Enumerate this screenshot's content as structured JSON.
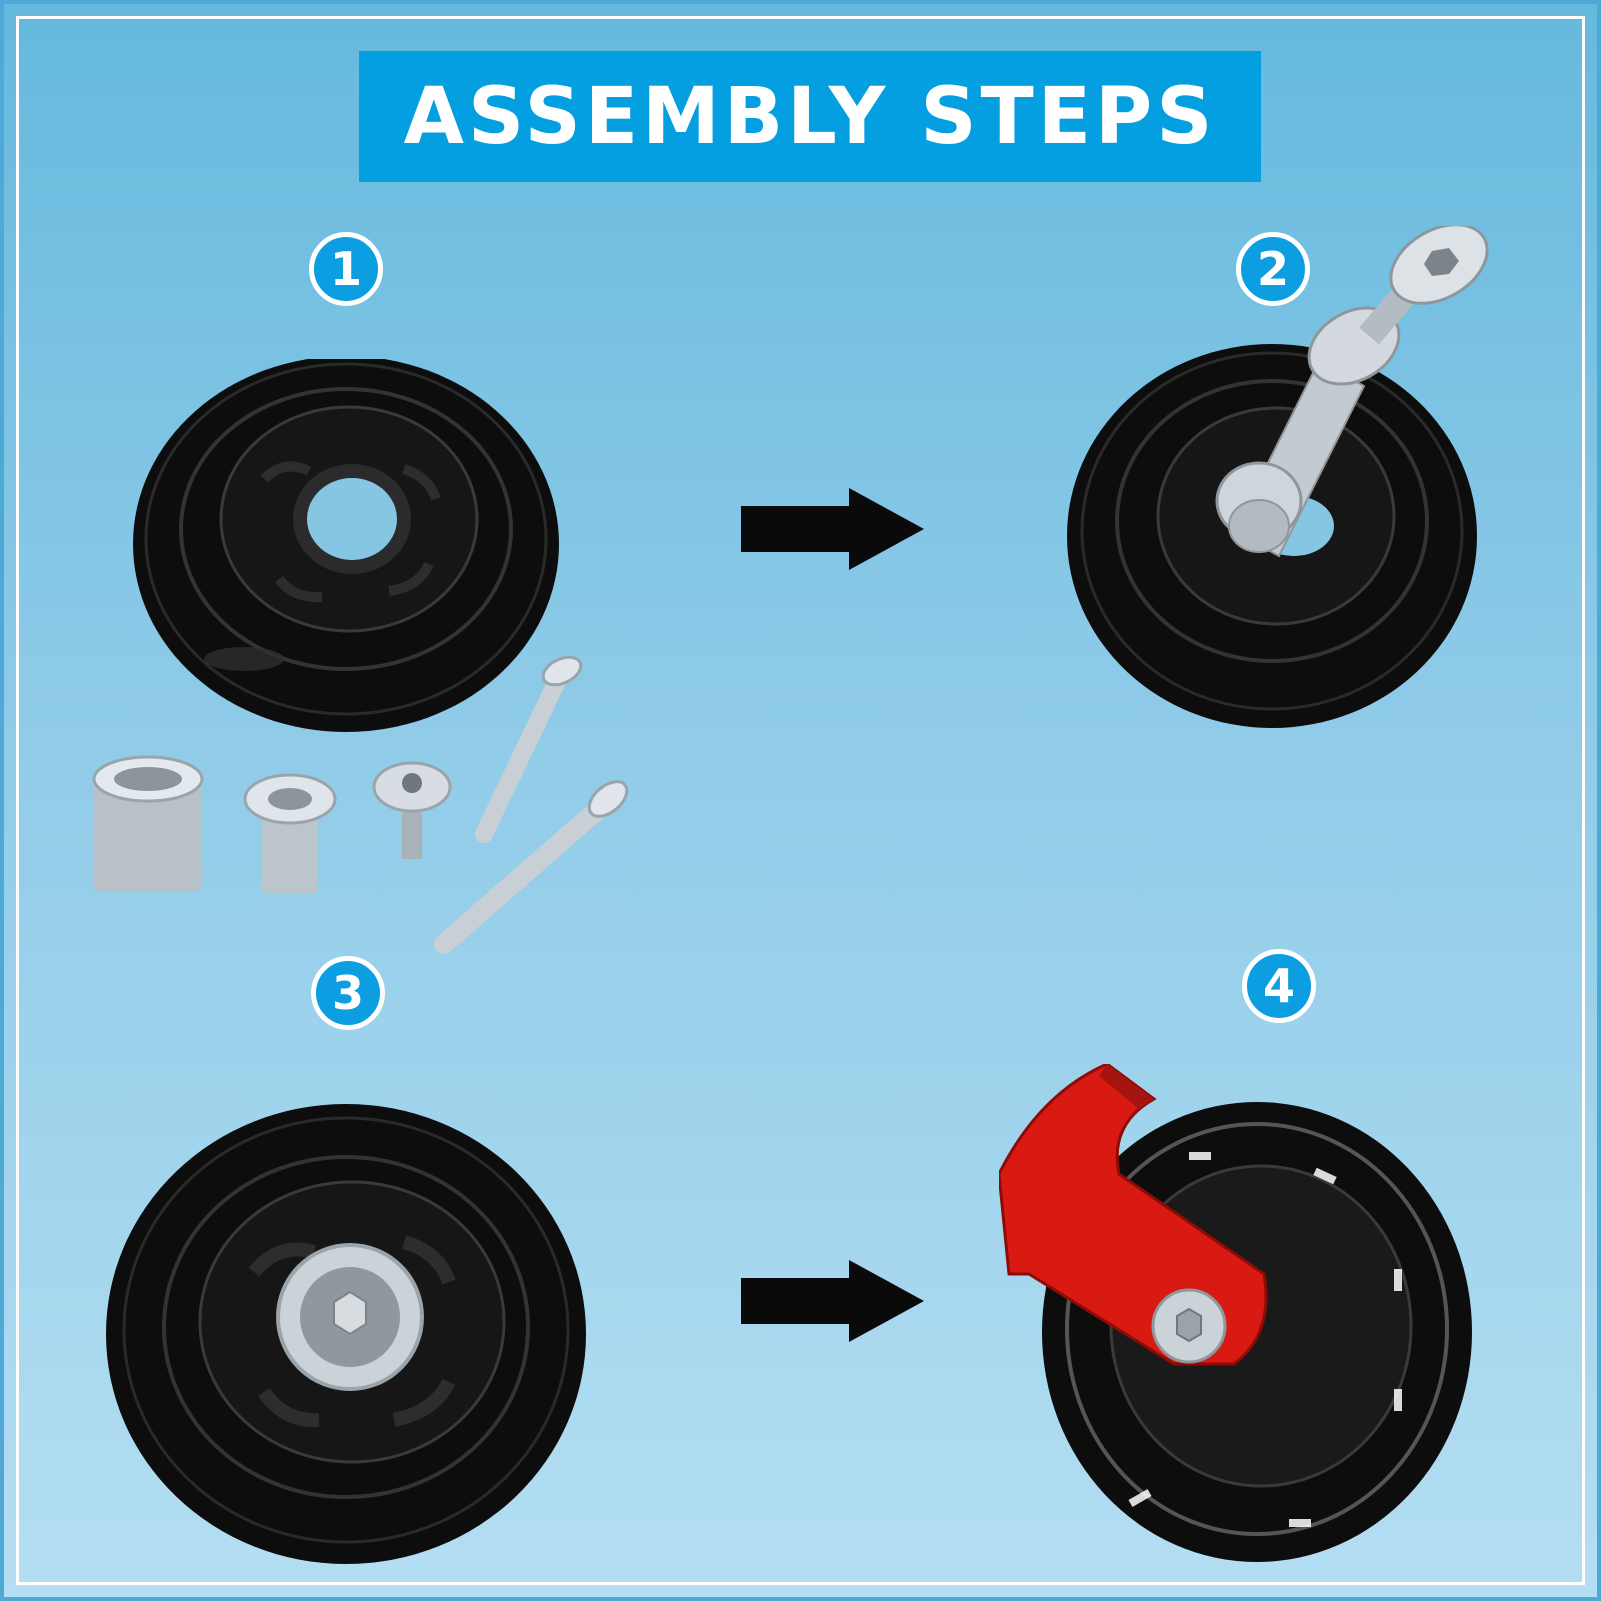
{
  "title": "ASSEMBLY STEPS",
  "steps": [
    {
      "number": "1"
    },
    {
      "number": "2"
    },
    {
      "number": "3"
    },
    {
      "number": "4"
    }
  ],
  "colors": {
    "title_bg": "#049fe0",
    "badge_bg": "#0c9ee0",
    "wheel": "#111111",
    "metal": "#c9d0d6",
    "bracket": "#d81a12"
  },
  "icons": [
    "arrow-right-icon",
    "wheel-icon",
    "bolt-icon",
    "bushing-icon",
    "bracket-icon"
  ]
}
